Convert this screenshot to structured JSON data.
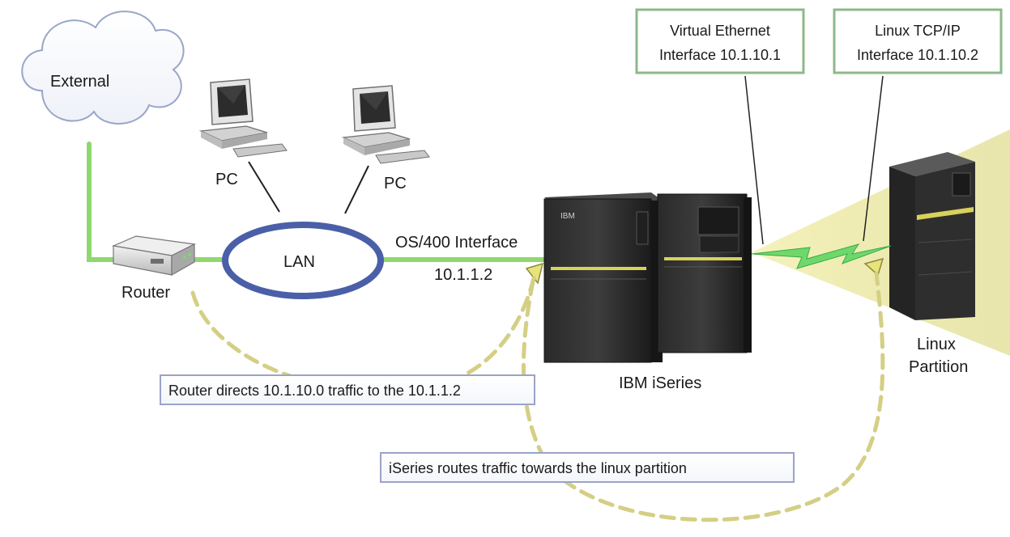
{
  "nodes": {
    "external": "External",
    "pc_left": "PC",
    "pc_right": "PC",
    "lan": "LAN",
    "router": "Router",
    "iseries": "IBM iSeries",
    "linux_line1": "Linux",
    "linux_line2": "Partition",
    "ibm_badge": "IBM"
  },
  "interfaces": {
    "os400_name": "OS/400 Interface",
    "os400_ip": "10.1.1.2",
    "virtual_line1": "Virtual Ethernet",
    "virtual_line2": "Interface 10.1.10.1",
    "linux_tcp_line1": "Linux TCP/IP",
    "linux_tcp_line2": "Interface 10.1.10.2"
  },
  "notes": {
    "router_directs": "Router directs 10.1.10.0 traffic to the 10.1.1.2",
    "iseries_routes": "iSeries routes traffic towards the linux partition"
  },
  "colors": {
    "network_line": "#8fd86f",
    "lan_ring": "#4a5fa8",
    "callout_border_green": "#8db88b",
    "callout_border_blue": "#9aa3c8",
    "dashed_arrow": "#d4cf84",
    "beam": "#e6e49a"
  }
}
